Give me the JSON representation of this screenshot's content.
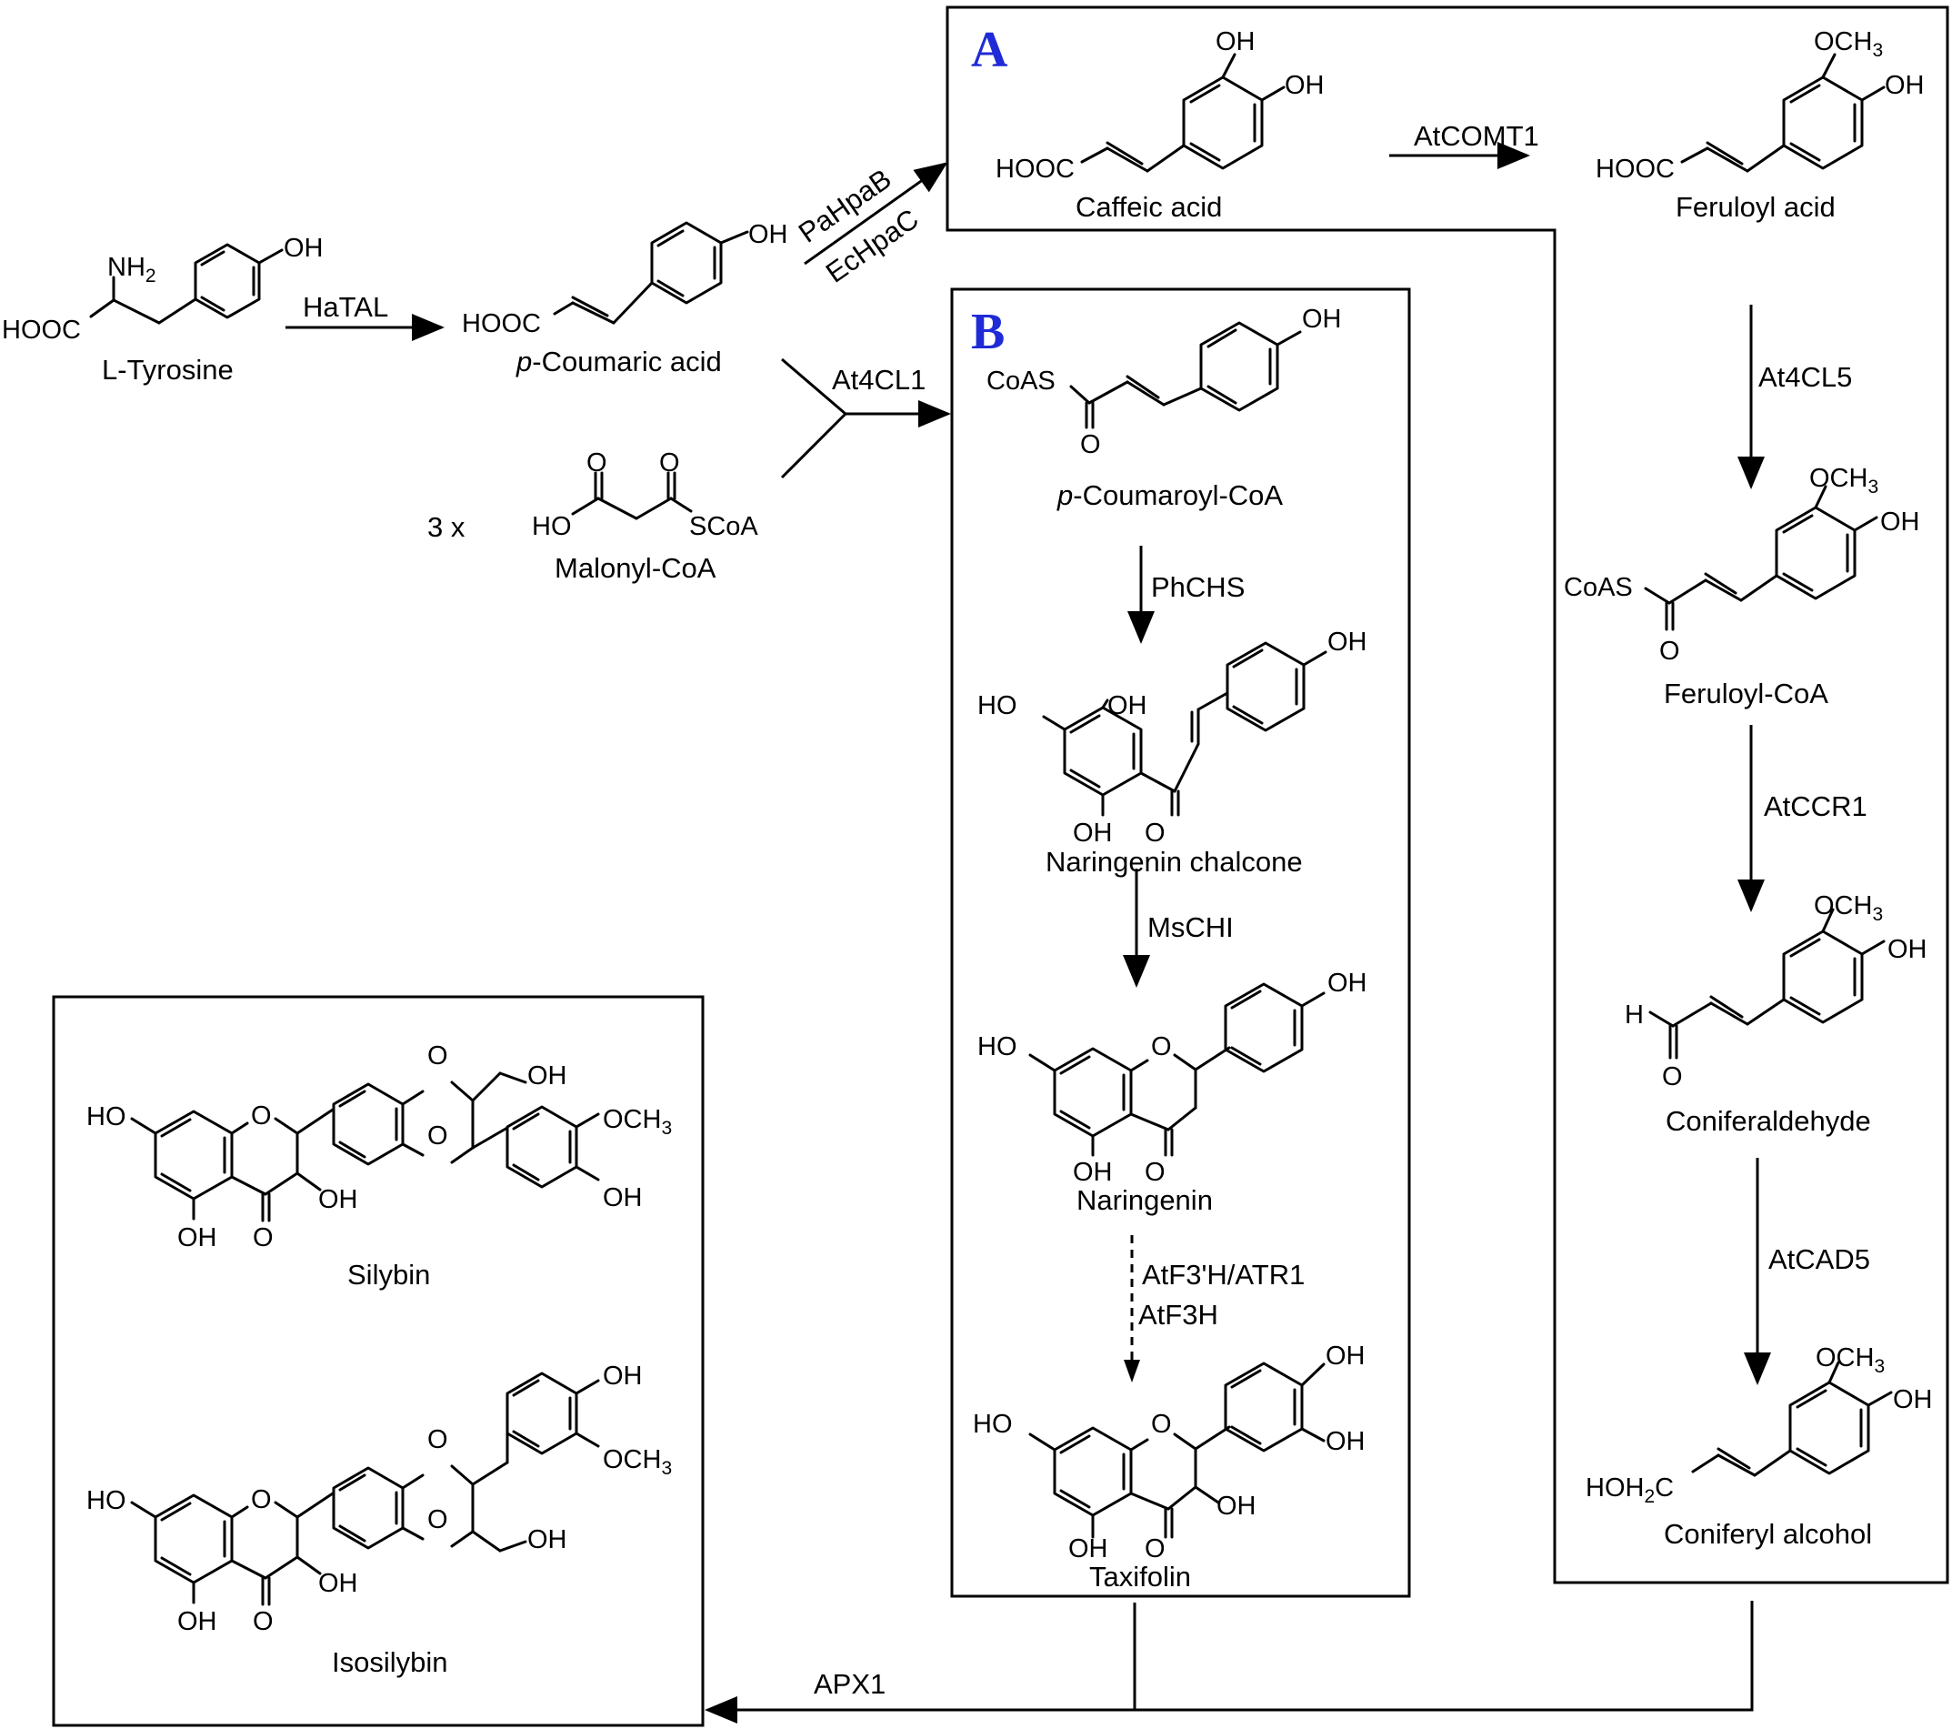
{
  "panels": {
    "a": "A",
    "b": "B"
  },
  "compounds": {
    "tyrosine": "L-Tyrosine",
    "coumaric_prefix": "p",
    "coumaric_rest": "-Coumaric acid",
    "malonyl_mult": "3 x",
    "malonyl": "Malonyl-CoA",
    "caffeic": "Caffeic acid",
    "feruloyl_acid": "Feruloyl acid",
    "coumaroyl_prefix": "p",
    "coumaroyl_rest": "-Coumaroyl-CoA",
    "naringenin_chalcone": "Naringenin chalcone",
    "naringenin": "Naringenin",
    "taxifolin": "Taxifolin",
    "feruloyl_coa": "Feruloyl-CoA",
    "coniferaldehyde": "Coniferaldehyde",
    "coniferyl_alcohol": "Coniferyl alcohol",
    "silybin": "Silybin",
    "isosilybin": "Isosilybin"
  },
  "enzymes": {
    "hatal": "HaTAL",
    "pahpab": "PaHpaB",
    "echpac": "EcHpaC",
    "at4cl1": "At4CL1",
    "atcomt1": "AtCOMT1",
    "phchs": "PhCHS",
    "mschi": "MsCHI",
    "atf3h_atr1": "AtF3'H/ATR1",
    "atf3h": "AtF3H",
    "at4cl5": "At4CL5",
    "atccr1": "AtCCR1",
    "atcad5": "AtCAD5",
    "apx1": "APX1"
  },
  "colors": {
    "panel_letter": "#1f2bd6",
    "line": "#000000"
  }
}
